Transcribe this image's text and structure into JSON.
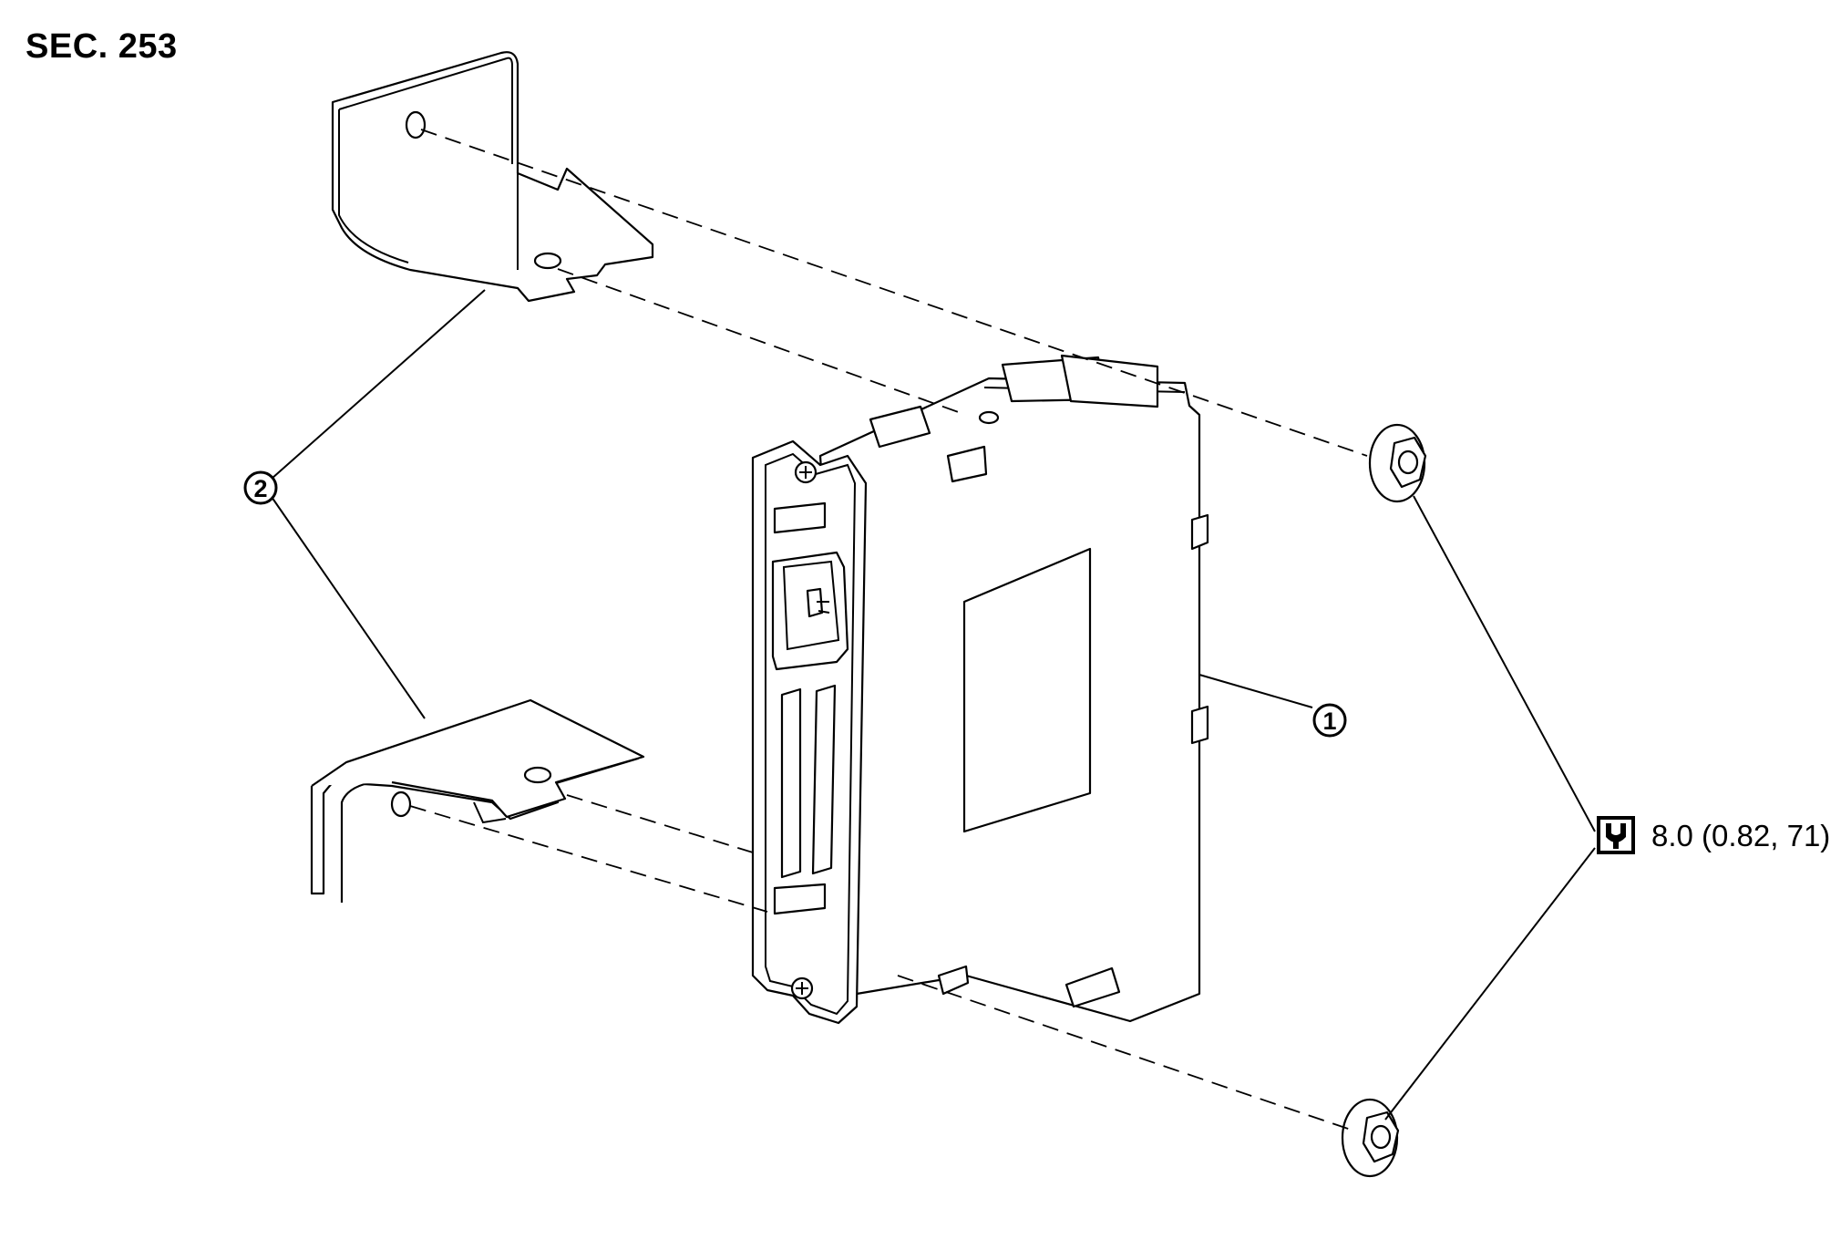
{
  "section_label": "SEC. 253",
  "callouts": {
    "part1": "1",
    "part2": "2"
  },
  "torque": {
    "icon": "torque-wrench-icon",
    "spec": "8.0 (0.82, 71)"
  }
}
